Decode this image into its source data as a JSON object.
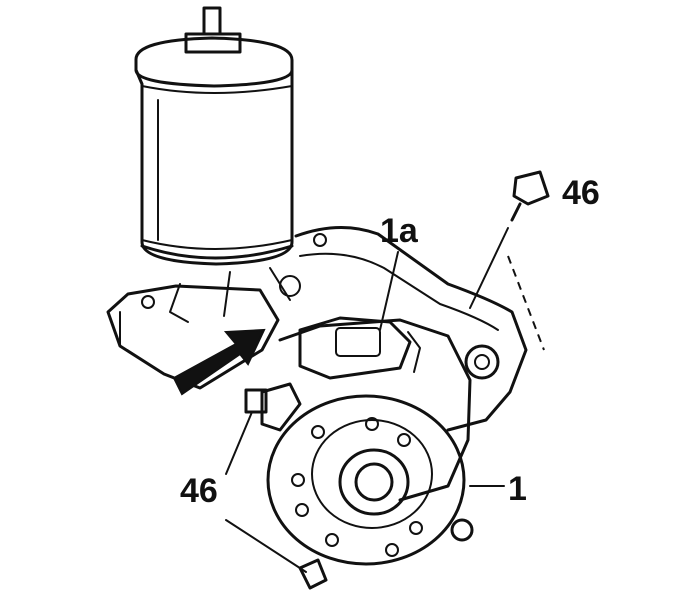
{
  "labels": {
    "bolt_top": "46",
    "bracket": "1a",
    "bolt_bottom": "46",
    "pump": "1"
  },
  "colors": {
    "line": "#111111",
    "background": "#ffffff"
  }
}
